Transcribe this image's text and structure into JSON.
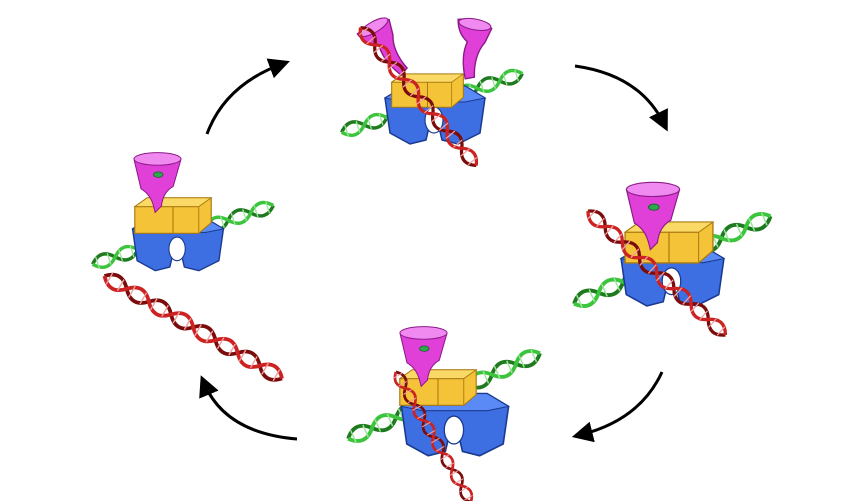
{
  "colors": {
    "background": "#ffffff",
    "blue_clamp": "#3d6fe3",
    "blue_clamp_dark": "#2246a8",
    "yellow_block": "#f5c338",
    "yellow_block_dark": "#c8941a",
    "magenta_protein": "#e040d8",
    "magenta_protein_light": "#f08af0",
    "green_dna": "#2ca02c",
    "red_dna": "#b01818",
    "arrow": "#000000",
    "pore": "#2ea84a"
  },
  "stages": [
    {
      "name": "stage-top",
      "icon": "enzyme-complex-icon",
      "protein": "open-clamp",
      "dna": [
        "green-duplex",
        "red-duplex-crossing"
      ]
    },
    {
      "name": "stage-right",
      "icon": "enzyme-complex-icon",
      "protein": "closed-gate",
      "dna": [
        "green-duplex",
        "red-duplex-through"
      ]
    },
    {
      "name": "stage-bottom",
      "icon": "enzyme-complex-icon",
      "protein": "closed-gate",
      "dna": [
        "green-duplex",
        "red-duplex-exiting"
      ]
    },
    {
      "name": "stage-left",
      "icon": "enzyme-complex-icon",
      "protein": "closed-gate",
      "dna": [
        "green-duplex",
        "red-duplex-released"
      ]
    }
  ],
  "arrows": [
    {
      "name": "arrow-left-to-top",
      "direction": "clockwise"
    },
    {
      "name": "arrow-top-to-right",
      "direction": "clockwise"
    },
    {
      "name": "arrow-right-to-bottom",
      "direction": "clockwise"
    },
    {
      "name": "arrow-bottom-to-left",
      "direction": "clockwise"
    }
  ]
}
